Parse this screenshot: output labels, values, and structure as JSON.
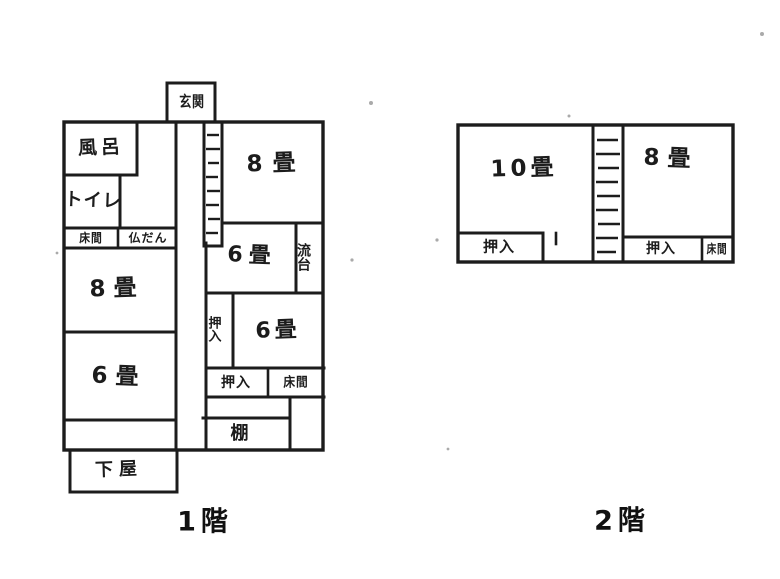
{
  "colors": {
    "ink": "#1c1c1c",
    "background": "#ffffff"
  },
  "icons": {
    "staircase": "ladder-rungs-hatch"
  },
  "floor1": {
    "caption": "1階",
    "rooms": {
      "genkan": "玄関",
      "bath": "風呂",
      "toilet": "トイレ",
      "tokonoma_small": "床間",
      "butsudan": "仏だん",
      "tatami8_left": "8畳",
      "tatami6_left": "6畳",
      "tatami8_right": "8畳",
      "tatami6_mid": "6畳",
      "nagashidai": "流台",
      "oshiire_vertical": "押入",
      "tatami6_right": "6畳",
      "oshiire_bottom": "押入",
      "tokonoma_bottom": "床間",
      "tana": "棚",
      "geya": "下屋"
    }
  },
  "floor2": {
    "caption": "2階",
    "rooms": {
      "tatami10": "10畳",
      "tatami8": "8畳",
      "oshiire_left": "押入",
      "oshiire_right": "押入",
      "tokonoma": "床間"
    }
  }
}
